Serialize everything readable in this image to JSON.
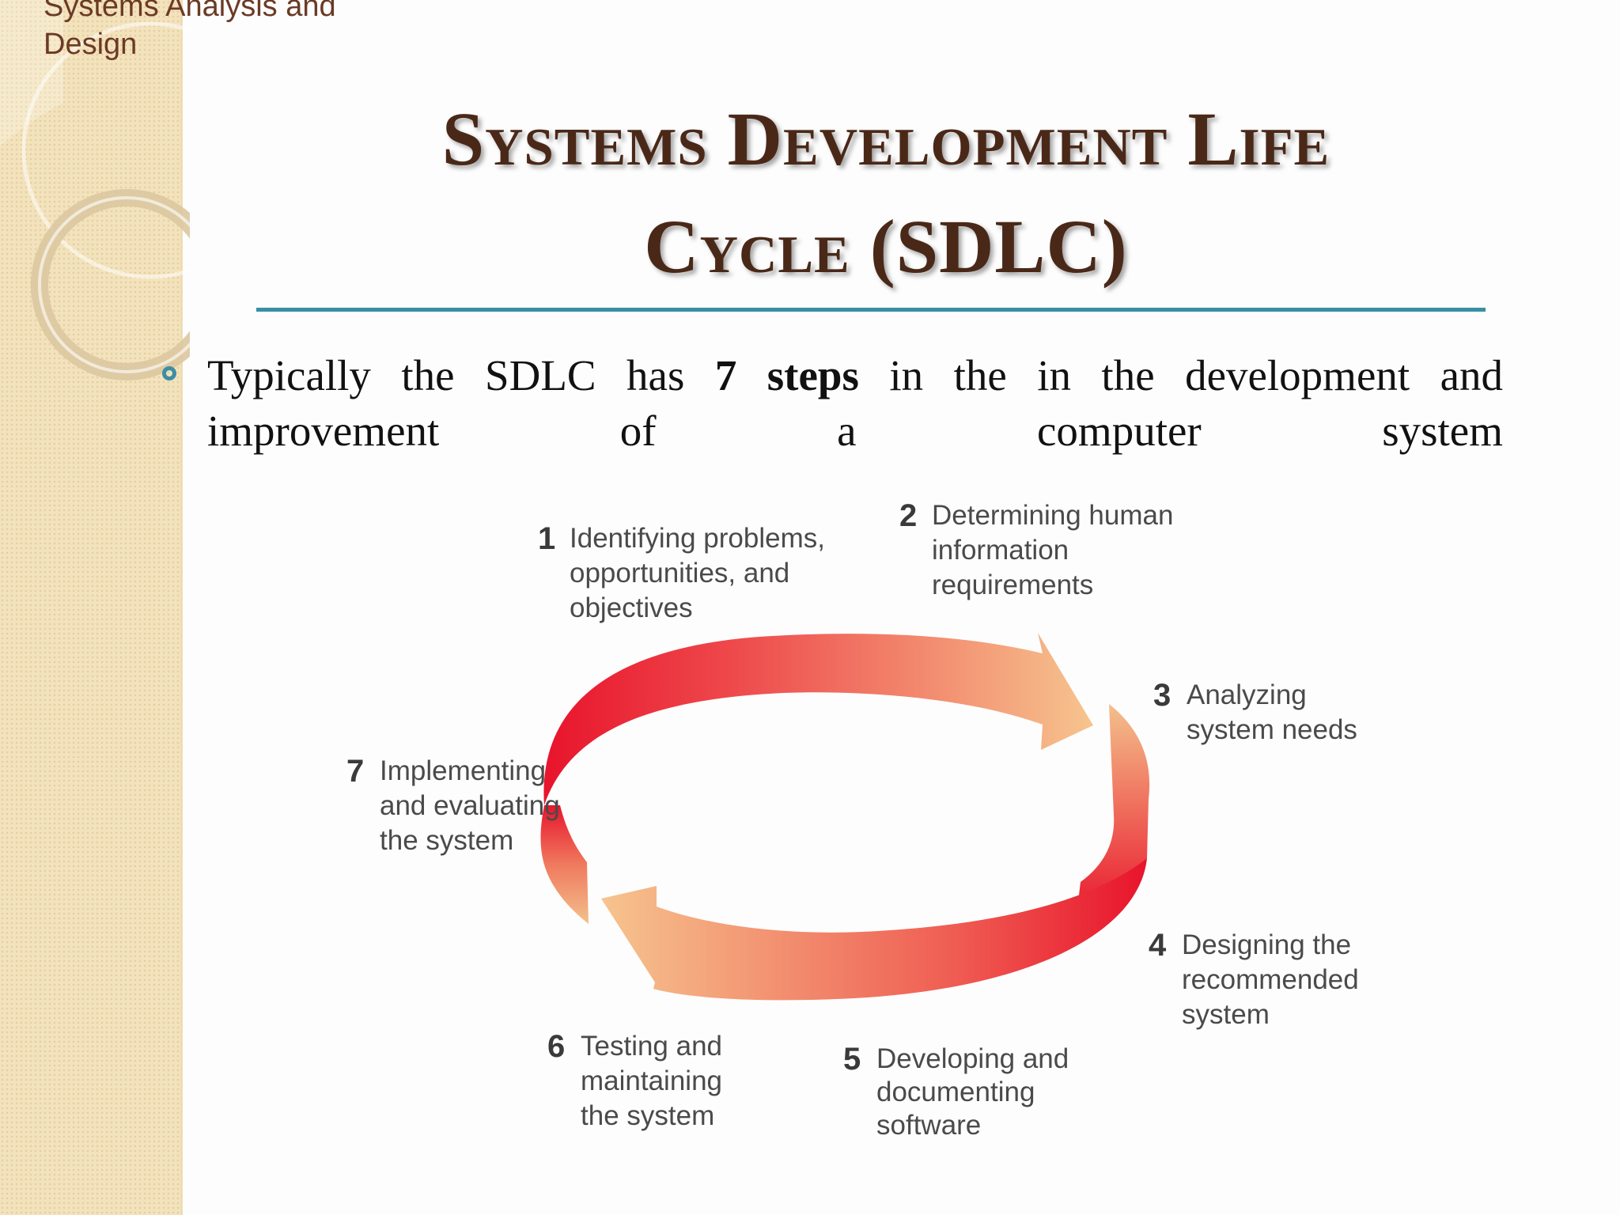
{
  "header": {
    "text": "Systems Analysis and Design"
  },
  "slide": {
    "title_line1": "Systems Development Life",
    "title_line2": "Cycle (SDLC)"
  },
  "bullet": {
    "before": "Typically the SDLC has ",
    "bold": "7 steps",
    "after": " in the in the development and improvement of a computer system"
  },
  "diagram": {
    "steps": [
      {
        "num": "1",
        "lines": [
          "Identifying problems,",
          "opportunities, and",
          "objectives"
        ]
      },
      {
        "num": "2",
        "lines": [
          "Determining human",
          "information",
          "requirements"
        ]
      },
      {
        "num": "3",
        "lines": [
          "Analyzing",
          "system needs"
        ]
      },
      {
        "num": "4",
        "lines": [
          "Designing the",
          "recommended",
          "system"
        ]
      },
      {
        "num": "5",
        "lines": [
          "Developing and",
          "documenting",
          "software"
        ]
      },
      {
        "num": "6",
        "lines": [
          "Testing and",
          "maintaining",
          "the system"
        ]
      },
      {
        "num": "7",
        "lines": [
          "Implementing",
          "and evaluating",
          "the system"
        ]
      }
    ],
    "colors": {
      "arrow_red": "#e8142c",
      "arrow_peach": "#f4c08c",
      "arrow_inner": "#f7b685"
    }
  },
  "colors": {
    "title": "#4a2818",
    "rule": "#3a8ea5",
    "header": "#6b3a26"
  }
}
